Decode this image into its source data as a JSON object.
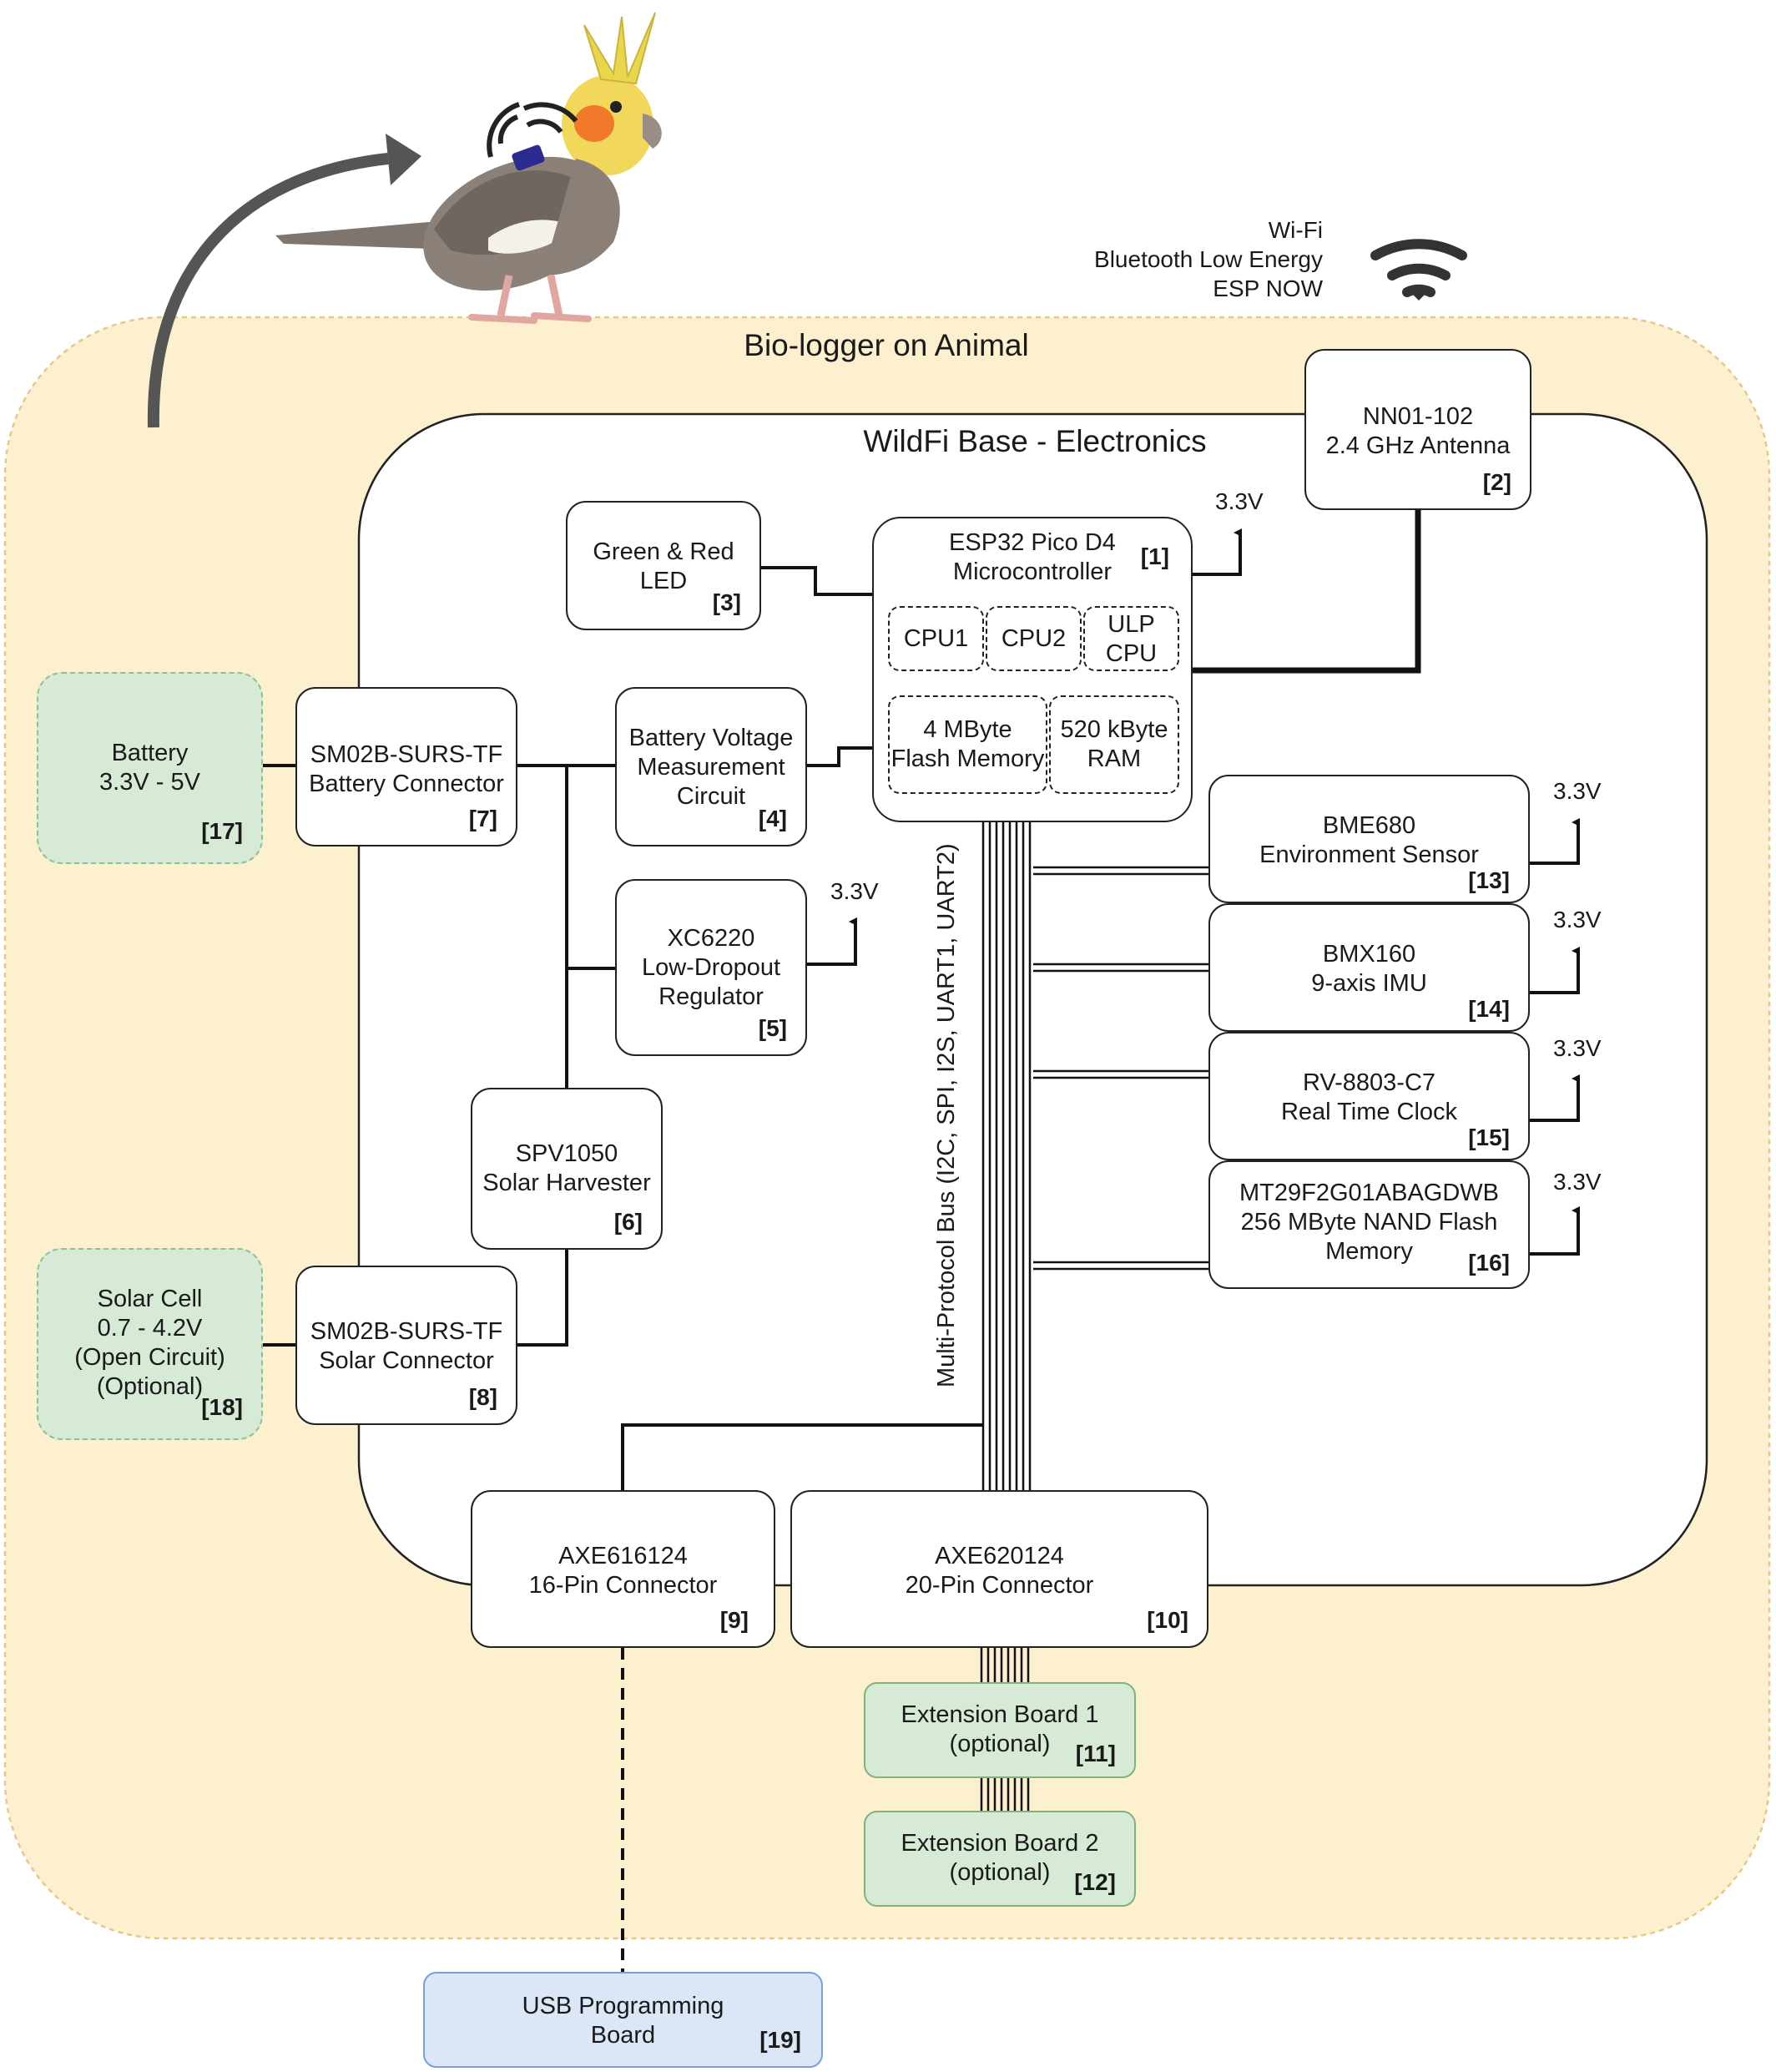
{
  "wireless": {
    "lines": [
      "Wi-Fi",
      "Bluetooth Low Energy",
      "ESP NOW"
    ],
    "icon": "wifi-icon"
  },
  "regions": {
    "outer_title": "Bio-logger on Animal",
    "inner_title": "WildFi Base - Electronics"
  },
  "bird": {
    "icon": "cockatiel-illustration-icon",
    "arrow_icon": "curved-arrow-icon"
  },
  "voltage_label": "3.3V",
  "bus_label": "Multi-Protocol Bus (I2C, SPI, I2S, UART1, UART2)",
  "components": {
    "mcu": {
      "lines": [
        "ESP32 Pico D4",
        "Microcontroller"
      ],
      "ref": "[1]"
    },
    "cpu1": {
      "lines": [
        "CPU1"
      ]
    },
    "cpu2": {
      "lines": [
        "CPU2"
      ]
    },
    "ulp": {
      "lines": [
        "ULP",
        "CPU"
      ]
    },
    "flash": {
      "lines": [
        "4 MByte",
        "Flash Memory"
      ]
    },
    "ram": {
      "lines": [
        "520 kByte",
        "RAM"
      ]
    },
    "antenna": {
      "lines": [
        "NN01-102",
        "2.4 GHz Antenna"
      ],
      "ref": "[2]"
    },
    "led": {
      "lines": [
        "Green & Red",
        "LED"
      ],
      "ref": "[3]"
    },
    "bvm": {
      "lines": [
        "Battery Voltage",
        "Measurement",
        "Circuit"
      ],
      "ref": "[4]"
    },
    "ldo": {
      "lines": [
        "XC6220",
        "Low-Dropout",
        "Regulator"
      ],
      "ref": "[5]"
    },
    "harvester": {
      "lines": [
        "SPV1050",
        "Solar Harvester"
      ],
      "ref": "[6]"
    },
    "bat_conn": {
      "lines": [
        "SM02B-SURS-TF",
        "Battery Connector"
      ],
      "ref": "[7]"
    },
    "solar_conn": {
      "lines": [
        "SM02B-SURS-TF",
        "Solar Connector"
      ],
      "ref": "[8]"
    },
    "conn16": {
      "lines": [
        "AXE616124",
        "16-Pin Connector"
      ],
      "ref": "[9]"
    },
    "conn20": {
      "lines": [
        "AXE620124",
        "20-Pin Connector"
      ],
      "ref": "[10]"
    },
    "ext1": {
      "lines": [
        "Extension Board 1",
        "(optional)"
      ],
      "ref": "[11]"
    },
    "ext2": {
      "lines": [
        "Extension Board 2",
        "(optional)"
      ],
      "ref": "[12]"
    },
    "bme": {
      "lines": [
        "BME680",
        "Environment Sensor"
      ],
      "ref": "[13]"
    },
    "bmx": {
      "lines": [
        "BMX160",
        "9-axis IMU"
      ],
      "ref": "[14]"
    },
    "rtc": {
      "lines": [
        "RV-8803-C7",
        "Real Time Clock"
      ],
      "ref": "[15]"
    },
    "nand": {
      "lines": [
        "MT29F2G01ABAGDWB",
        "256 MByte NAND Flash",
        "Memory"
      ],
      "ref": "[16]"
    },
    "battery": {
      "lines": [
        "Battery",
        "3.3V - 5V"
      ],
      "ref": "[17]"
    },
    "solar": {
      "lines": [
        "Solar Cell",
        "0.7 - 4.2V",
        "(Open Circuit)",
        "(Optional)"
      ],
      "ref": "[18]"
    },
    "usb": {
      "lines": [
        "USB Programming",
        "Board"
      ],
      "ref": "[19]"
    }
  },
  "colors": {
    "outer_fill": "#fdf0cf",
    "outer_border": "#e6c98a",
    "power_fill": "#d6ead6",
    "ext_fill": "#d6ead6",
    "usb_fill": "#dbe6f7",
    "line": "#111111",
    "arrow": "#555555"
  }
}
